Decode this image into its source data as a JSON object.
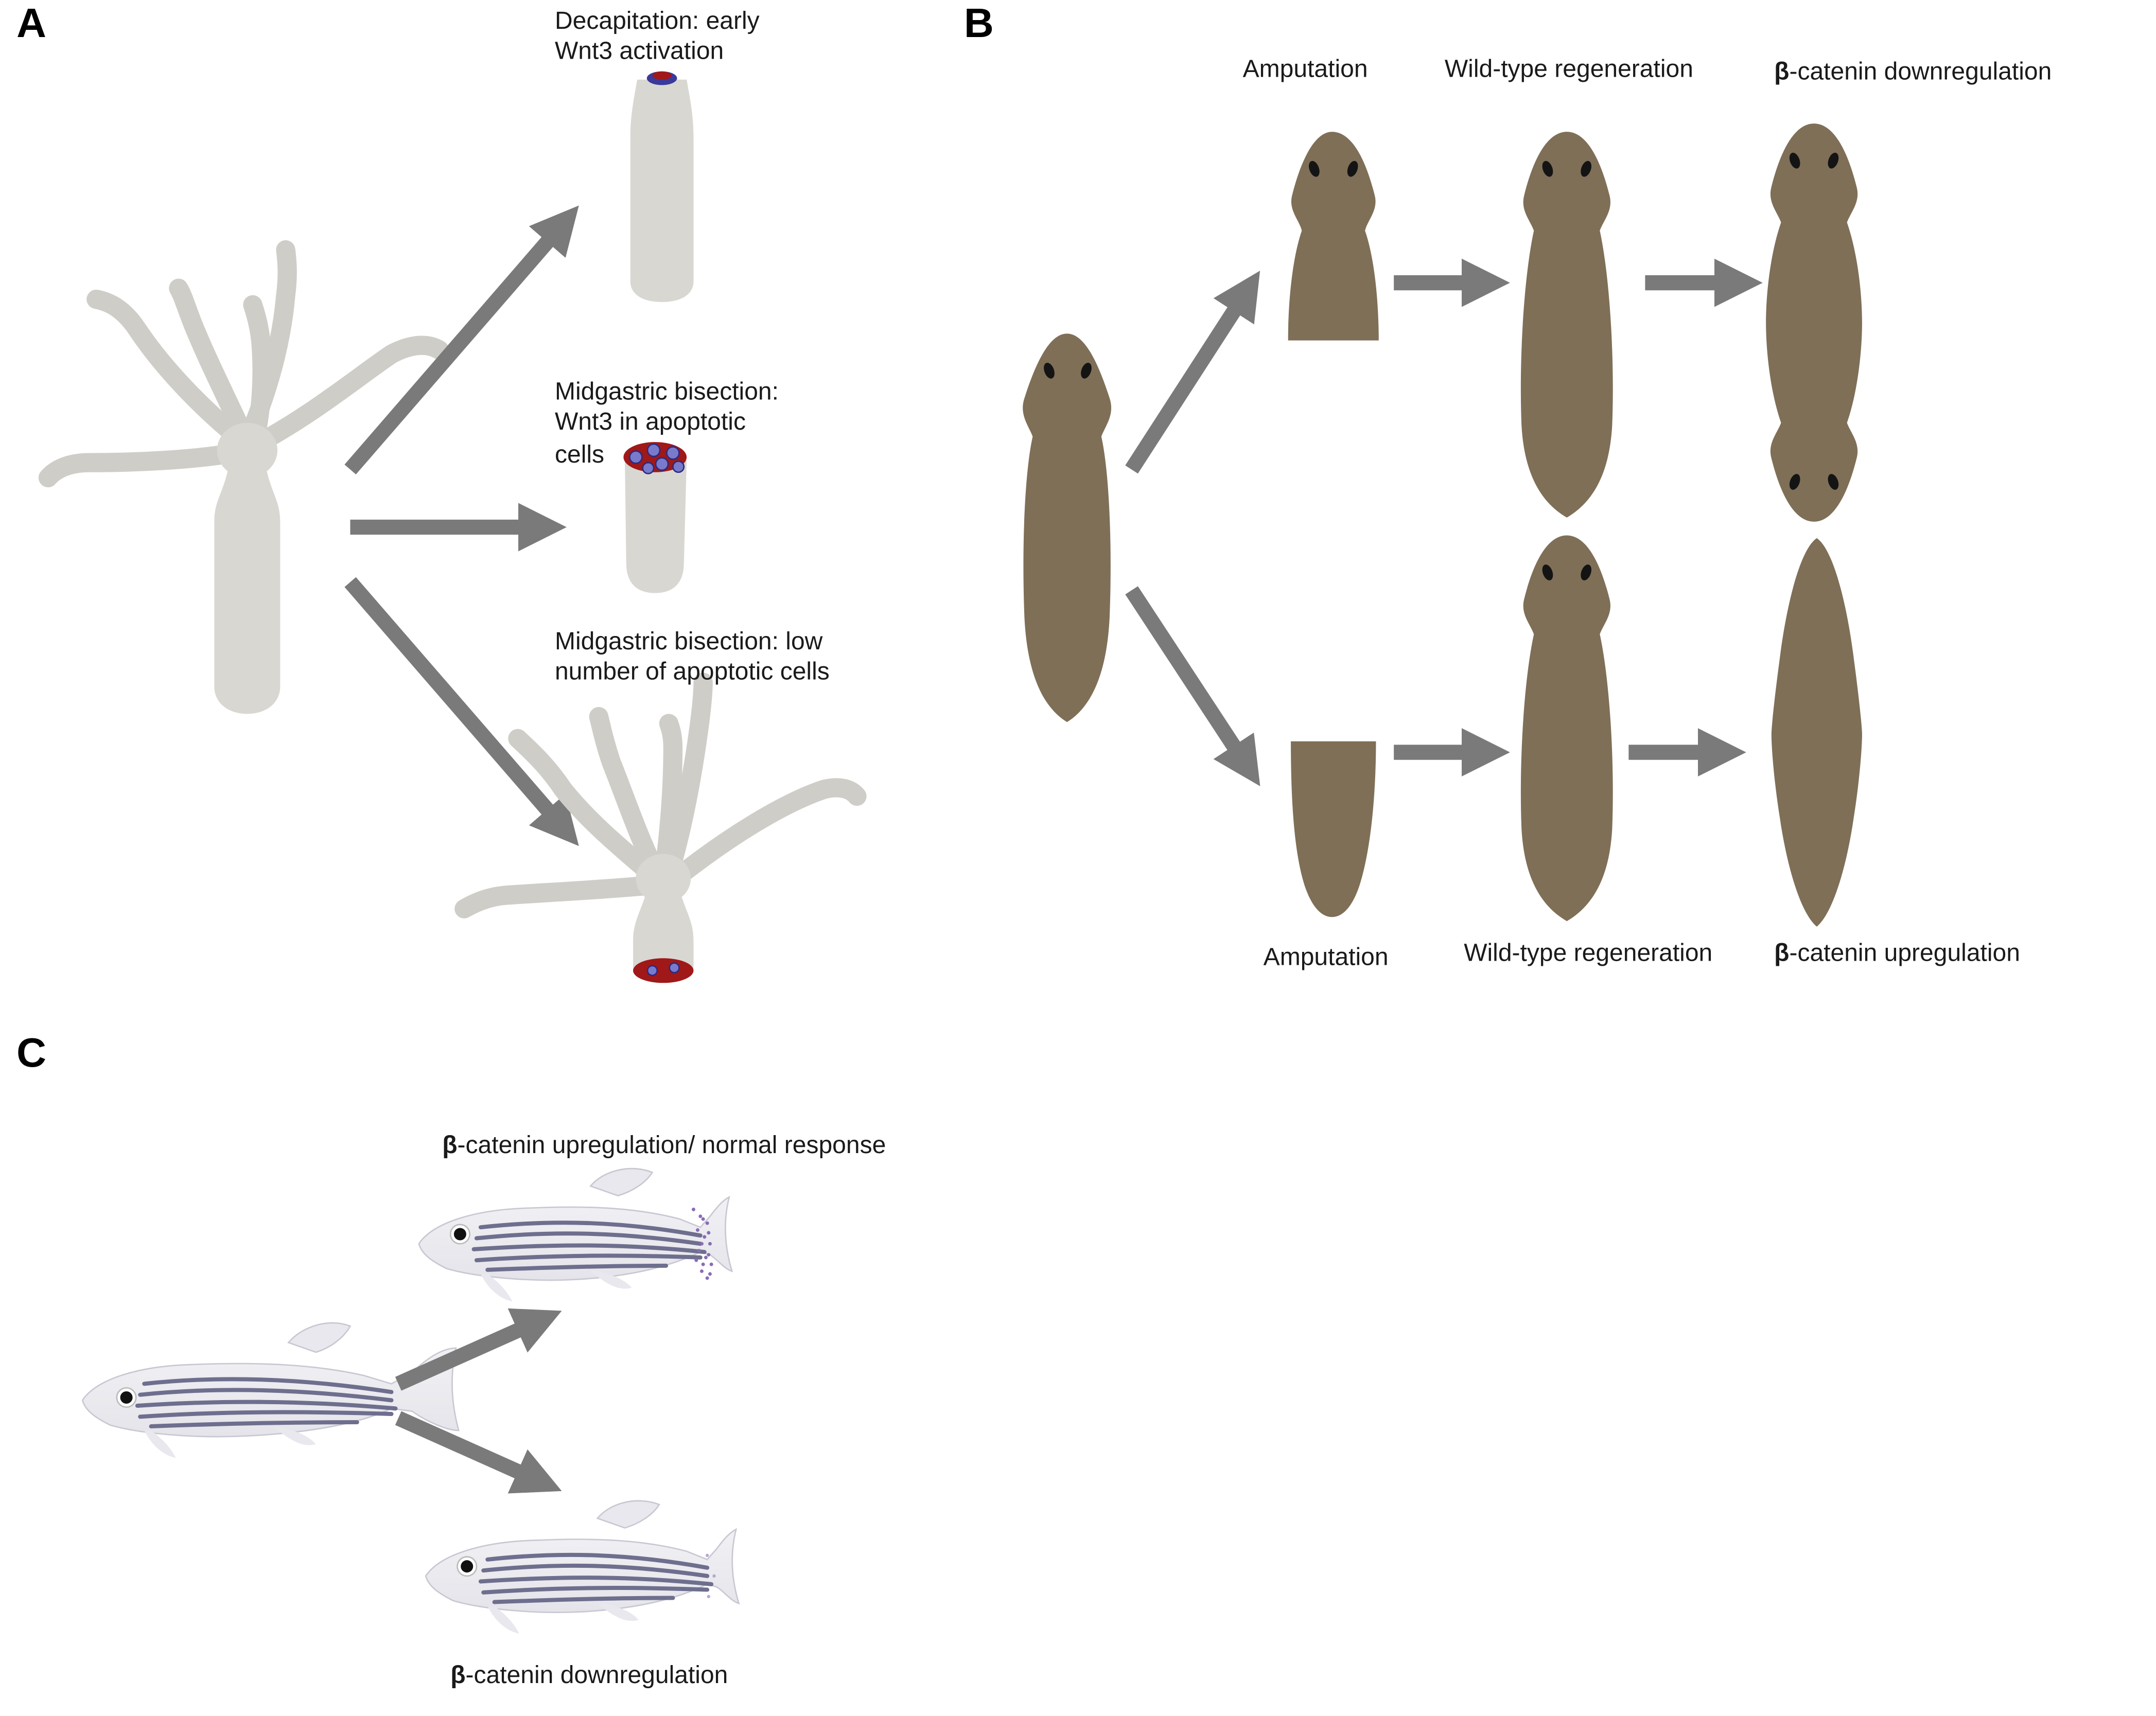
{
  "panels": {
    "a": "A",
    "b": "B",
    "c": "C"
  },
  "panel_a": {
    "label_top_1": "Decapitation: early",
    "label_top_2": "Wnt3 activation",
    "label_mid_1": "Midgastric bisection:",
    "label_mid_2": "Wnt3 in apoptotic",
    "label_mid_3": "cells",
    "label_bot_1": "Midgastric bisection: low",
    "label_bot_2": "number of apoptotic cells"
  },
  "panel_b": {
    "top_amputation": "Amputation",
    "top_wildtype": "Wild-type regeneration",
    "top_beta_symbol": "β",
    "top_beta_rest": "-catenin downregulation",
    "bot_amputation": "Amputation",
    "bot_wildtype": "Wild-type regeneration",
    "bot_beta_symbol": "β",
    "bot_beta_rest": "-catenin upregulation"
  },
  "panel_c": {
    "top_beta_symbol": "β",
    "top_beta_rest": "-catenin upregulation/ normal response",
    "bot_beta_symbol": "β",
    "bot_beta_rest": "-catenin downregulation"
  },
  "colors": {
    "planarian": "#7f6f57",
    "hydra": "#d9d7d2",
    "arrow": "#7a7a7a",
    "wnt_red": "#a01818",
    "fish_stripe": "#6e6e8e"
  }
}
